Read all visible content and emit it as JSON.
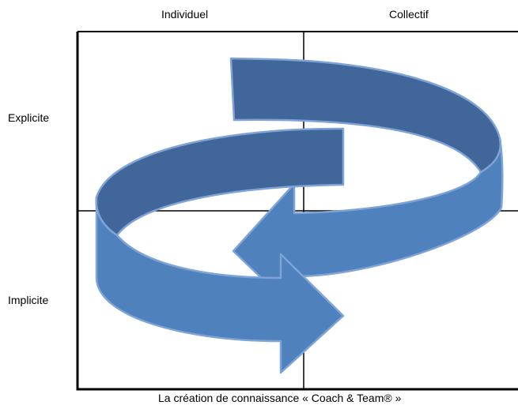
{
  "columns": {
    "left": "Individuel",
    "right": "Collectif"
  },
  "rows": {
    "top": "Explicite",
    "bottom": "Implicite"
  },
  "caption": "La création de connaissance « Coach & Team® »",
  "colors": {
    "arrow_dark": "#41679a",
    "arrow_light": "#4f81bd",
    "arrow_outline": "#7fa3d6",
    "grid": "#000000"
  },
  "icons": {
    "cycle": "circular-two-arrow-cycle"
  }
}
